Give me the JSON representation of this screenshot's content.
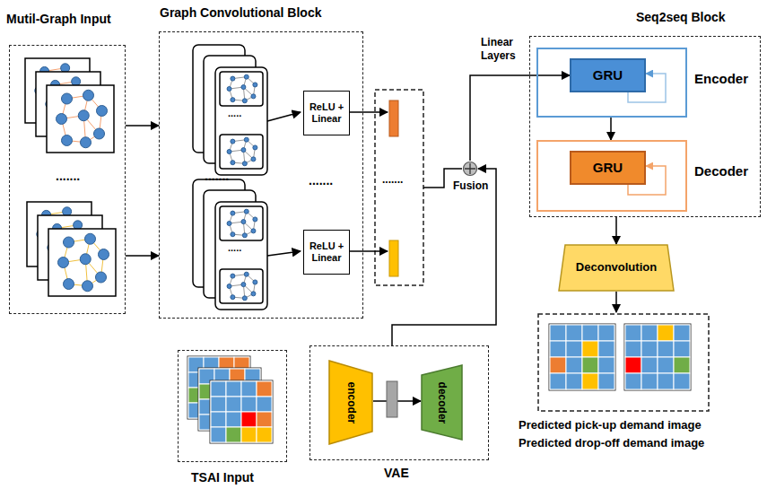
{
  "diagram": {
    "nodes": [
      {
        "text": [
          "Mutil-Graph Input"
        ]
      },
      {
        "text": [
          "Graph Convolutional Block"
        ]
      },
      {
        "text": [
          "ReLU + Linear"
        ],
        "in": 1
      },
      {
        "text": [
          "ReLU + Linear"
        ],
        "in": 1
      },
      {
        "text": [
          "Seq2seq Block"
        ]
      },
      {
        "text": [
          "Encoder"
        ],
        "in": 4
      },
      {
        "text": [
          "GRU"
        ],
        "in": 5
      },
      {
        "text": [
          "Decoder"
        ],
        "in": 4
      },
      {
        "text": [
          "GRU"
        ],
        "in": 7
      },
      {
        "text": [
          "Deconvolution"
        ]
      },
      {
        "text": [
          "TSAI Input"
        ]
      },
      {
        "text": [
          "VAE"
        ]
      },
      {
        "text": [
          "encoder"
        ],
        "in": 11
      },
      {
        "text": [
          "decoder"
        ],
        "in": 11
      },
      {
        "text": [
          "Fusion"
        ]
      }
    ],
    "edges": [
      {
        "from": 0,
        "to": 1,
        "arrow": "to"
      },
      {
        "from": 0,
        "to": 1,
        "arrow": "to"
      },
      {
        "from": 14,
        "to": 6,
        "arrow": "to",
        "label": "Linear Layers"
      },
      {
        "from": 11,
        "to": 14,
        "arrow": "to"
      },
      {
        "from": 5,
        "to": 7,
        "arrow": "to"
      },
      {
        "from": 4,
        "to": 9,
        "arrow": "to"
      },
      {
        "from": 12,
        "to": 13,
        "arrow": "to"
      }
    ],
    "labels": [
      ".......",
      ".......",
      ".....",
      ".....",
      ".......",
      ".......",
      "Predicted pick-up demand image",
      "Predicted drop-off demand image"
    ]
  }
}
